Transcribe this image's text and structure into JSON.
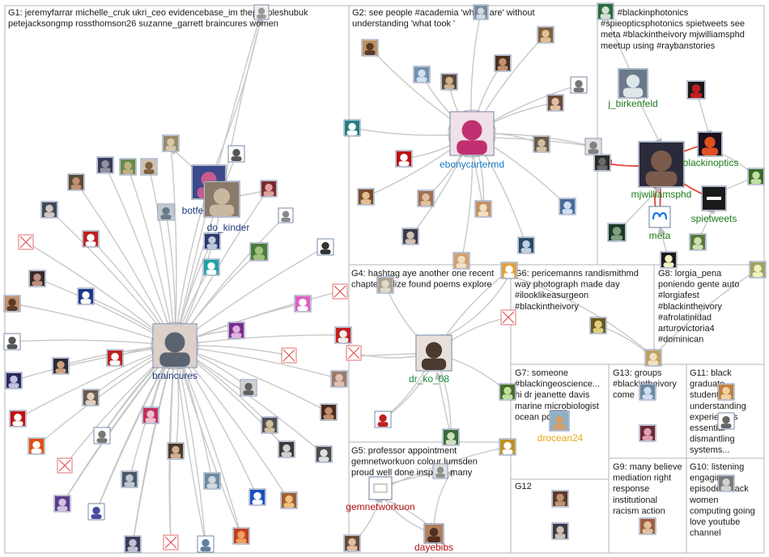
{
  "colors": {
    "edge": "#c8c8c8",
    "edge_highlight": "#e8443a",
    "label_g1": "#1f3a7a",
    "label_g2": "#1a78c2",
    "label_g3": "#1a7a1a",
    "label_g4": "#1a8a3a",
    "label_g5": "#b01010",
    "label_g6": "#e6a817"
  },
  "groups": [
    {
      "id": "G1",
      "lines": [
        "G1: jeremyfarrar michelle_cruk ukri_ceo evidencebase_im thepeopleshubuk",
        "petejacksongmp rossthomson26 suzanne_garrett braincures women"
      ]
    },
    {
      "id": "G2",
      "lines": [
        "G2: see people #academia 'where are' without",
        "understanding 'what took '"
      ]
    },
    {
      "id": "G3",
      "lines": [
        "G3: #blackinphotonics",
        "#spieopticsphotonics spietweets see",
        "meta #blackintheivory mjwilliamsphd",
        "meetup using #raybanstories"
      ]
    },
    {
      "id": "G4",
      "lines": [
        "G4: hashtag aye another one recent",
        "chapter utilize found poems explore"
      ]
    },
    {
      "id": "G5",
      "lines": [
        "G5: professor appointment",
        "gemnetworkuon colour lumsden",
        "proud well done inspired many"
      ]
    },
    {
      "id": "G6",
      "lines": [
        "G6: pericemanns randismithmd",
        "way photograph made day",
        "#ilooklikeasurgeon",
        "#blackintheivory"
      ]
    },
    {
      "id": "G7",
      "lines": [
        "G7: someone",
        "#blackingeoscience...",
        "hi dr jeanette davis",
        "marine microbiologist",
        "ocean policy"
      ]
    },
    {
      "id": "G8",
      "lines": [
        "G8: lorgia_pena",
        "poniendo gente auto",
        "#lorgiafest",
        "#blackintheivory",
        "#afrolatinidad",
        "arturovictoria4",
        "#dominican"
      ]
    },
    {
      "id": "G9",
      "lines": [
        "G9: many believe",
        "mediation right",
        "response",
        "institutional",
        "racism action"
      ]
    },
    {
      "id": "G10",
      "lines": [
        "G10: listening",
        "engaging",
        "episodes black",
        "women",
        "computing going",
        "love youtube",
        "channel"
      ]
    },
    {
      "id": "G11",
      "lines": [
        "G11: black",
        "graduate",
        "students",
        "understanding",
        "experiences",
        "essential",
        "dismantling",
        "systems..."
      ]
    },
    {
      "id": "G12",
      "lines": [
        "G12"
      ]
    },
    {
      "id": "G13",
      "lines": [
        "G13: groups",
        "#blackintheivory",
        "come"
      ]
    }
  ],
  "nodes": [
    {
      "id": "braincures",
      "label": "braincures",
      "group": "G1"
    },
    {
      "id": "botfe",
      "label": "botfe",
      "group": "G1"
    },
    {
      "id": "do_kinder",
      "label": "do_kinder",
      "group": "G1"
    },
    {
      "id": "ebonycartermd",
      "label": "ebonycartermd",
      "group": "G2"
    },
    {
      "id": "j_birkenfeld",
      "label": "j_birkenfeld",
      "group": "G3"
    },
    {
      "id": "mjwilliamsphd",
      "label": "mjwilliamsphd",
      "group": "G3"
    },
    {
      "id": "blackinoptics",
      "label": "blackinoptics",
      "group": "G3"
    },
    {
      "id": "spietweets",
      "label": "spietweets",
      "group": "G3"
    },
    {
      "id": "meta",
      "label": "meta",
      "group": "G3"
    },
    {
      "id": "dr_ko_08",
      "label": "dr_ko_08",
      "group": "G4"
    },
    {
      "id": "gemnetworkuon",
      "label": "gemnetworkuon",
      "group": "G5"
    },
    {
      "id": "dayebibs",
      "label": "dayebibs",
      "group": "G5"
    },
    {
      "id": "drocean24",
      "label": "drocean24",
      "group": "G7"
    }
  ]
}
